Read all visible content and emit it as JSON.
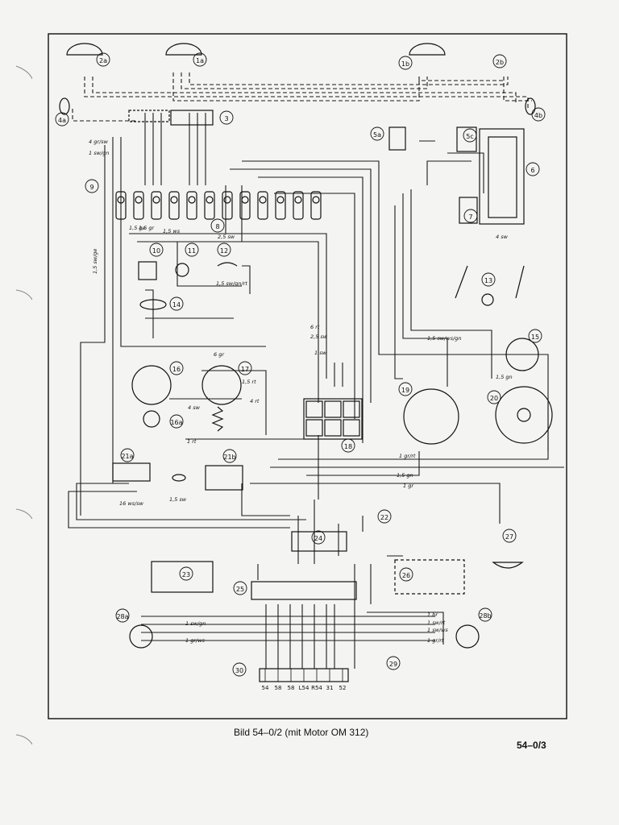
{
  "caption": "Bild 54–0/2 (mit Motor OM 312)",
  "page_number": "54–0/3",
  "components": [
    {
      "id": "2a",
      "label": "2a"
    },
    {
      "id": "1a",
      "label": "1a"
    },
    {
      "id": "1b",
      "label": "1b"
    },
    {
      "id": "2b",
      "label": "2b"
    },
    {
      "id": "4a",
      "label": "4a"
    },
    {
      "id": "4b",
      "label": "4b"
    },
    {
      "id": "3",
      "label": "3"
    },
    {
      "id": "5a",
      "label": "5a"
    },
    {
      "id": "5c",
      "label": "5c"
    },
    {
      "id": "6",
      "label": "6"
    },
    {
      "id": "7",
      "label": "7"
    },
    {
      "id": "8",
      "label": "8"
    },
    {
      "id": "9",
      "label": "9"
    },
    {
      "id": "10",
      "label": "10"
    },
    {
      "id": "11",
      "label": "11"
    },
    {
      "id": "12",
      "label": "12"
    },
    {
      "id": "13",
      "label": "13"
    },
    {
      "id": "14",
      "label": "14"
    },
    {
      "id": "15",
      "label": "15"
    },
    {
      "id": "16",
      "label": "16"
    },
    {
      "id": "16a",
      "label": "16a"
    },
    {
      "id": "17",
      "label": "17"
    },
    {
      "id": "18",
      "label": "18"
    },
    {
      "id": "19",
      "label": "19"
    },
    {
      "id": "20",
      "label": "20"
    },
    {
      "id": "21a",
      "label": "21a"
    },
    {
      "id": "21b",
      "label": "21b"
    },
    {
      "id": "22",
      "label": "22"
    },
    {
      "id": "23",
      "label": "23"
    },
    {
      "id": "24",
      "label": "24"
    },
    {
      "id": "25",
      "label": "25"
    },
    {
      "id": "26",
      "label": "26"
    },
    {
      "id": "27",
      "label": "27"
    },
    {
      "id": "28a",
      "label": "28a"
    },
    {
      "id": "28b",
      "label": "28b"
    },
    {
      "id": "29",
      "label": "29"
    },
    {
      "id": "30",
      "label": "30"
    }
  ],
  "wire_labels": [
    {
      "id": "w1",
      "text": "1,5 ws"
    },
    {
      "id": "w2",
      "text": "1,5 gr"
    },
    {
      "id": "w3",
      "text": "1,5 rt"
    },
    {
      "id": "w4",
      "text": "4 gr/sw"
    },
    {
      "id": "w5",
      "text": "1 sw/gn"
    },
    {
      "id": "w6",
      "text": "2,5 sw"
    },
    {
      "id": "w7",
      "text": "4 sw"
    },
    {
      "id": "w8",
      "text": "1,5 sw/ge"
    },
    {
      "id": "w9",
      "text": "1,5 sw/gn/rt"
    },
    {
      "id": "w10",
      "text": "6 rt"
    },
    {
      "id": "w11",
      "text": "2,5 sw"
    },
    {
      "id": "w12",
      "text": "1 sw"
    },
    {
      "id": "w13",
      "text": "4 sw"
    },
    {
      "id": "w14",
      "text": "1 rt"
    },
    {
      "id": "w15",
      "text": "1,5 sw/ws/gn"
    },
    {
      "id": "w16",
      "text": "1,5 gn"
    },
    {
      "id": "w17",
      "text": "1 gr/rt"
    },
    {
      "id": "w18",
      "text": "1 gr"
    },
    {
      "id": "w19",
      "text": "16 ws/sw"
    },
    {
      "id": "w20",
      "text": "1,5 sw"
    },
    {
      "id": "w21",
      "text": "1 br"
    },
    {
      "id": "w22",
      "text": "1 sw/rt"
    },
    {
      "id": "w23",
      "text": "1 sw/ws"
    },
    {
      "id": "w24",
      "text": "1 gr/ws"
    },
    {
      "id": "w25",
      "text": "1 sw/gn"
    },
    {
      "id": "w26",
      "text": "1 gr/rt"
    },
    {
      "id": "w27",
      "text": "1,5 ge"
    },
    {
      "id": "w28",
      "text": "6 gr"
    },
    {
      "id": "w29",
      "text": "1,5 gn"
    },
    {
      "id": "w30",
      "text": "4 rt"
    }
  ],
  "terminal_strip_30": [
    "54",
    "58",
    "58",
    "L54",
    "R54",
    "31",
    "52"
  ]
}
